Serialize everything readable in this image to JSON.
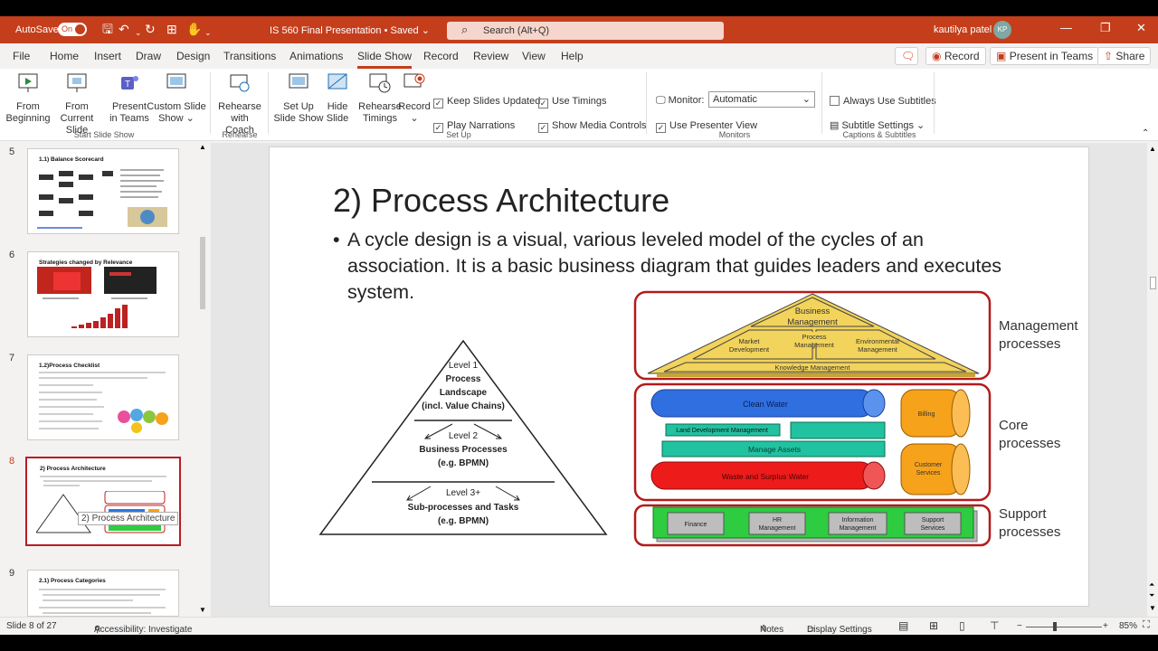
{
  "titlebar": {
    "autosave_label": "AutoSave",
    "autosave_state": "On",
    "document_title": "IS 560 Final Presentation • Saved",
    "search_placeholder": "Search (Alt+Q)",
    "user_name": "kautilya patel",
    "user_initials": "KP"
  },
  "tabs": [
    "File",
    "Home",
    "Insert",
    "Draw",
    "Design",
    "Transitions",
    "Animations",
    "Slide Show",
    "Record",
    "Review",
    "View",
    "Help"
  ],
  "active_tab": "Slide Show",
  "right_buttons": {
    "comments": "🗨",
    "record": "Record",
    "present_teams": "Present in Teams",
    "share": "Share"
  },
  "ribbon": {
    "from_beginning": [
      "From",
      "Beginning"
    ],
    "from_current": [
      "From",
      "Current Slide"
    ],
    "present_teams": [
      "Present",
      "in Teams"
    ],
    "custom_show": [
      "Custom Slide",
      "Show ⌄"
    ],
    "rehearse_coach": [
      "Rehearse",
      "with Coach"
    ],
    "setup_show": [
      "Set Up",
      "Slide Show"
    ],
    "hide_slide": [
      "Hide",
      "Slide"
    ],
    "rehearse_timings": [
      "Rehearse",
      "Timings"
    ],
    "record": [
      "Record",
      "⌄"
    ],
    "keep_updated": "Keep Slides Updated",
    "play_narrations": "Play Narrations",
    "use_timings": "Use Timings",
    "show_media": "Show Media Controls",
    "monitor_label": "Monitor:",
    "monitor_value": "Automatic",
    "presenter_view": "Use Presenter View",
    "always_subtitles": "Always Use Subtitles",
    "subtitle_settings": "Subtitle Settings ⌄",
    "group_start": "Start Slide Show",
    "group_rehearse": "Rehearse",
    "group_setup": "Set Up",
    "group_monitors": "Monitors",
    "group_captions": "Captions & Subtitles"
  },
  "thumbnails": [
    {
      "num": "5",
      "title": "1.1) Balance Scorecard"
    },
    {
      "num": "6",
      "title": "Strategies changed by Relevance"
    },
    {
      "num": "7",
      "title": "1.2)Process Checklist"
    },
    {
      "num": "8",
      "title": "2) Process Architecture"
    },
    {
      "num": "9",
      "title": "2.1) Process Categories"
    }
  ],
  "tooltip": "2) Process Architecture",
  "slide": {
    "title": "2) Process Architecture",
    "bullet": "A cycle design is a visual, various leveled model of the cycles of an association. It is a basic business diagram that guides leaders and executes system."
  },
  "pyramid": {
    "level1": [
      "Level 1",
      "Process",
      "Landscape",
      "(incl. Value Chains)"
    ],
    "level2": [
      "Level 2",
      "Business Processes",
      "(e.g. BPMN)"
    ],
    "level3": [
      "Level 3+",
      "Sub-processes and Tasks",
      "(e.g. BPMN)"
    ]
  },
  "architecture": {
    "business_management": [
      "Business",
      "Management"
    ],
    "market_development": [
      "Market",
      "Development"
    ],
    "process_management": [
      "Process",
      "Management"
    ],
    "environmental_management": [
      "Environmental",
      "Management"
    ],
    "knowledge_management": "Knowledge Management",
    "clean_water": "Clean Water",
    "billing": "Billing",
    "land_development": "Land Development Management",
    "manage_assets": "Manage Assets",
    "waste_water": "Waste and Surplus Water",
    "customer_services": [
      "Customer",
      "Services"
    ],
    "finance": "Finance",
    "hr_management": [
      "HR",
      "Management"
    ],
    "information_management": [
      "Information",
      "Management"
    ],
    "support_services": [
      "Support",
      "Services"
    ],
    "label_management": [
      "Management",
      "processes"
    ],
    "label_core": [
      "Core",
      "processes"
    ],
    "label_support": [
      "Support",
      "processes"
    ]
  },
  "status": {
    "slide_info": "Slide 8 of 27",
    "accessibility": "Accessibility: Investigate",
    "notes": "Notes",
    "display_settings": "Display Settings",
    "zoom": "85%"
  }
}
